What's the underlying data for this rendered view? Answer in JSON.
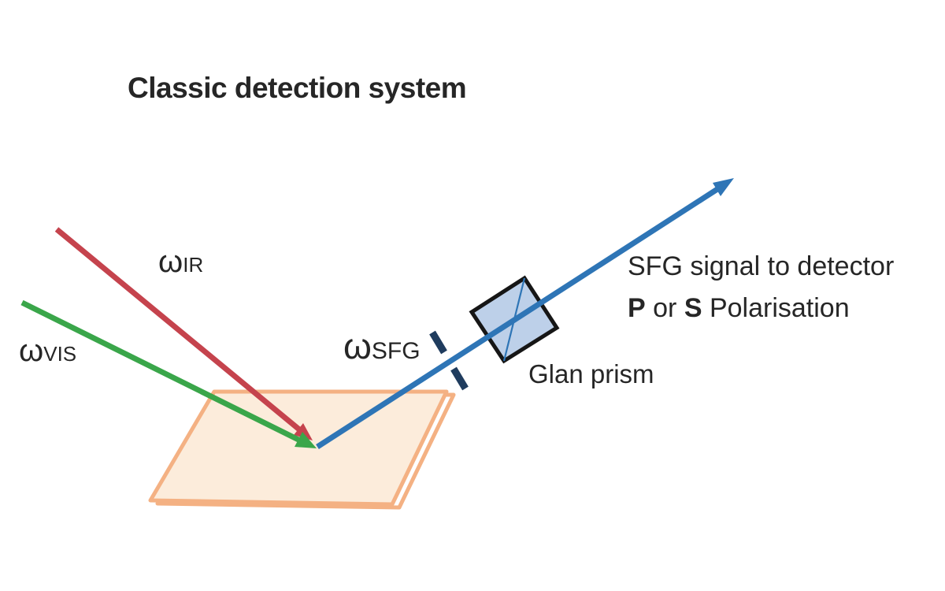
{
  "title": "Classic detection system",
  "labels": {
    "omega_ir": {
      "symbol": "ω",
      "sub": "IR"
    },
    "omega_vis": {
      "symbol": "ω",
      "sub": "VIS"
    },
    "omega_sfg": {
      "symbol": "ω",
      "sub": "SFG"
    },
    "glan_prism": "Glan prism",
    "detector_line1": "SFG signal to detector",
    "detector_p": "P",
    "detector_or": " or ",
    "detector_s": "S",
    "detector_polarisation": " Polarisation"
  },
  "colors": {
    "ir_beam": "#c5434d",
    "vis_beam": "#3aa64a",
    "sfg_beam": "#2e75b6",
    "prism_fill": "#bdd0e9",
    "prism_border": "#161616",
    "prism_diagonal": "#2e75b6",
    "aperture_dash": "#1f3c5e",
    "sample_fill": "#fcecdb",
    "sample_back_fill": "#ffffff",
    "sample_border": "#f4b183",
    "text": "#262626"
  }
}
